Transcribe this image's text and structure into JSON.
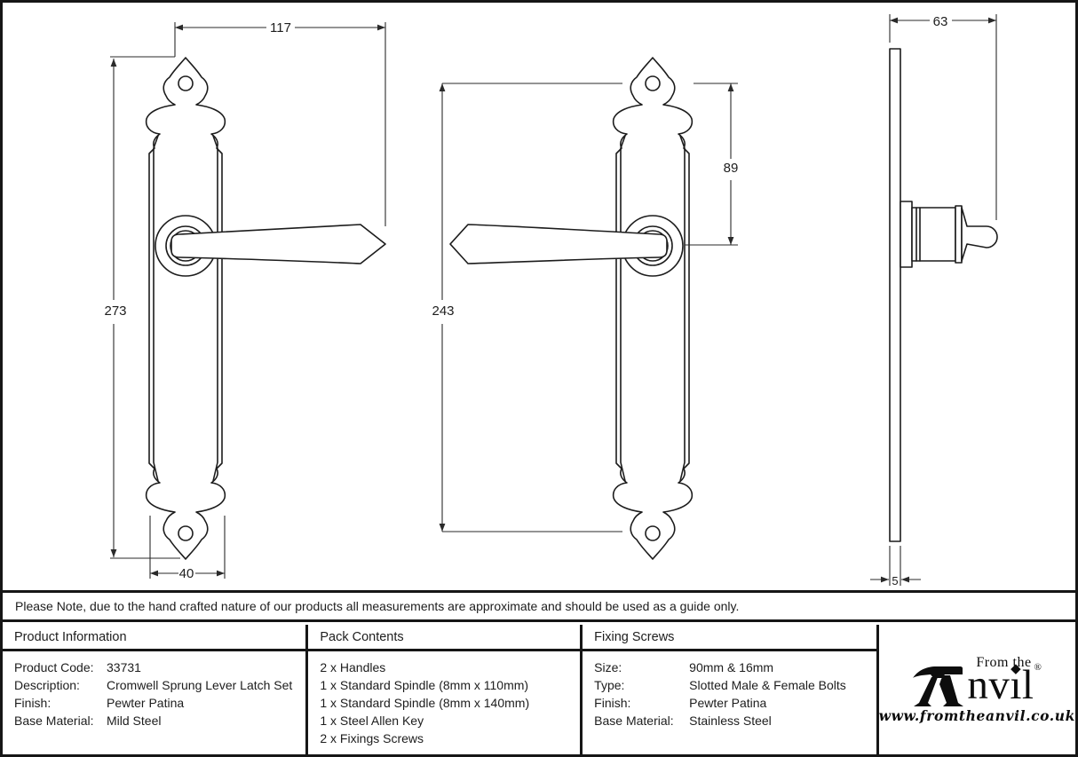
{
  "note": {
    "text": "Please Note, due to the hand crafted nature of our products all measurements are approximate and should be used as a guide only."
  },
  "drawings": {
    "front_view_lever_right": {
      "overall_width_mm": "117",
      "overall_height_mm": "273",
      "plate_width_mm": "40"
    },
    "front_view_lever_left": {
      "screw_centres_mm": "243",
      "top_to_spindle_mm": "89"
    },
    "side_view": {
      "projection_mm": "63",
      "plate_thickness_mm": "5"
    }
  },
  "table": {
    "product_information": {
      "header": "Product Information",
      "rows": [
        {
          "label": "Product Code:",
          "value": "33731"
        },
        {
          "label": "Description:",
          "value": "Cromwell Sprung Lever Latch Set"
        },
        {
          "label": "Finish:",
          "value": "Pewter Patina"
        },
        {
          "label": "Base Material:",
          "value": "Mild Steel"
        }
      ]
    },
    "pack_contents": {
      "header": "Pack Contents",
      "items": [
        "2 x Handles",
        "1 x Standard Spindle (8mm x 110mm)",
        "1 x Standard Spindle (8mm x 140mm)",
        "1 x Steel Allen Key",
        "2 x Fixings Screws"
      ]
    },
    "fixing_screws": {
      "header": "Fixing Screws",
      "rows": [
        {
          "label": "Size:",
          "value": "90mm & 16mm"
        },
        {
          "label": "Type:",
          "value": "Slotted Male & Female Bolts"
        },
        {
          "label": "Finish:",
          "value": "Pewter Patina"
        },
        {
          "label": "Base Material:",
          "value": "Stainless Steel"
        }
      ]
    }
  },
  "logo": {
    "tagline": "From the",
    "word_n": "nv",
    "word_i": "ı",
    "i_dot": "◆",
    "word_l": "l",
    "registered": "®",
    "url": "www.fromtheanvil.co.uk"
  }
}
